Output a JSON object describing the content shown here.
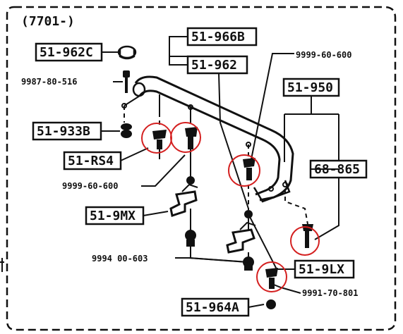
{
  "header": {
    "code": "(7701-)"
  },
  "labels": {
    "l_51_966b": "51-966B",
    "l_51_962": "51-962",
    "l_51_962c": "51-962C",
    "l_9999_60_600_top": "9999-60-600",
    "l_9987_80_516": "9987-80-516",
    "l_51_950": "51-950",
    "l_51_933b": "51-933B",
    "l_51_rs4": "51-RS4",
    "l_68_865": "68-865",
    "l_9999_60_600_mid": "9999-60-600",
    "l_51_9mx": "51-9MX",
    "l_9994_00_603": "9994 00-603",
    "l_51_9lx": "51-9LX",
    "l_9991_70_801": "9991-70-801",
    "l_51_964a": "51-964A"
  },
  "colors": {
    "ink": "#111111",
    "highlight": "#d42020",
    "background": "#ffffff"
  }
}
